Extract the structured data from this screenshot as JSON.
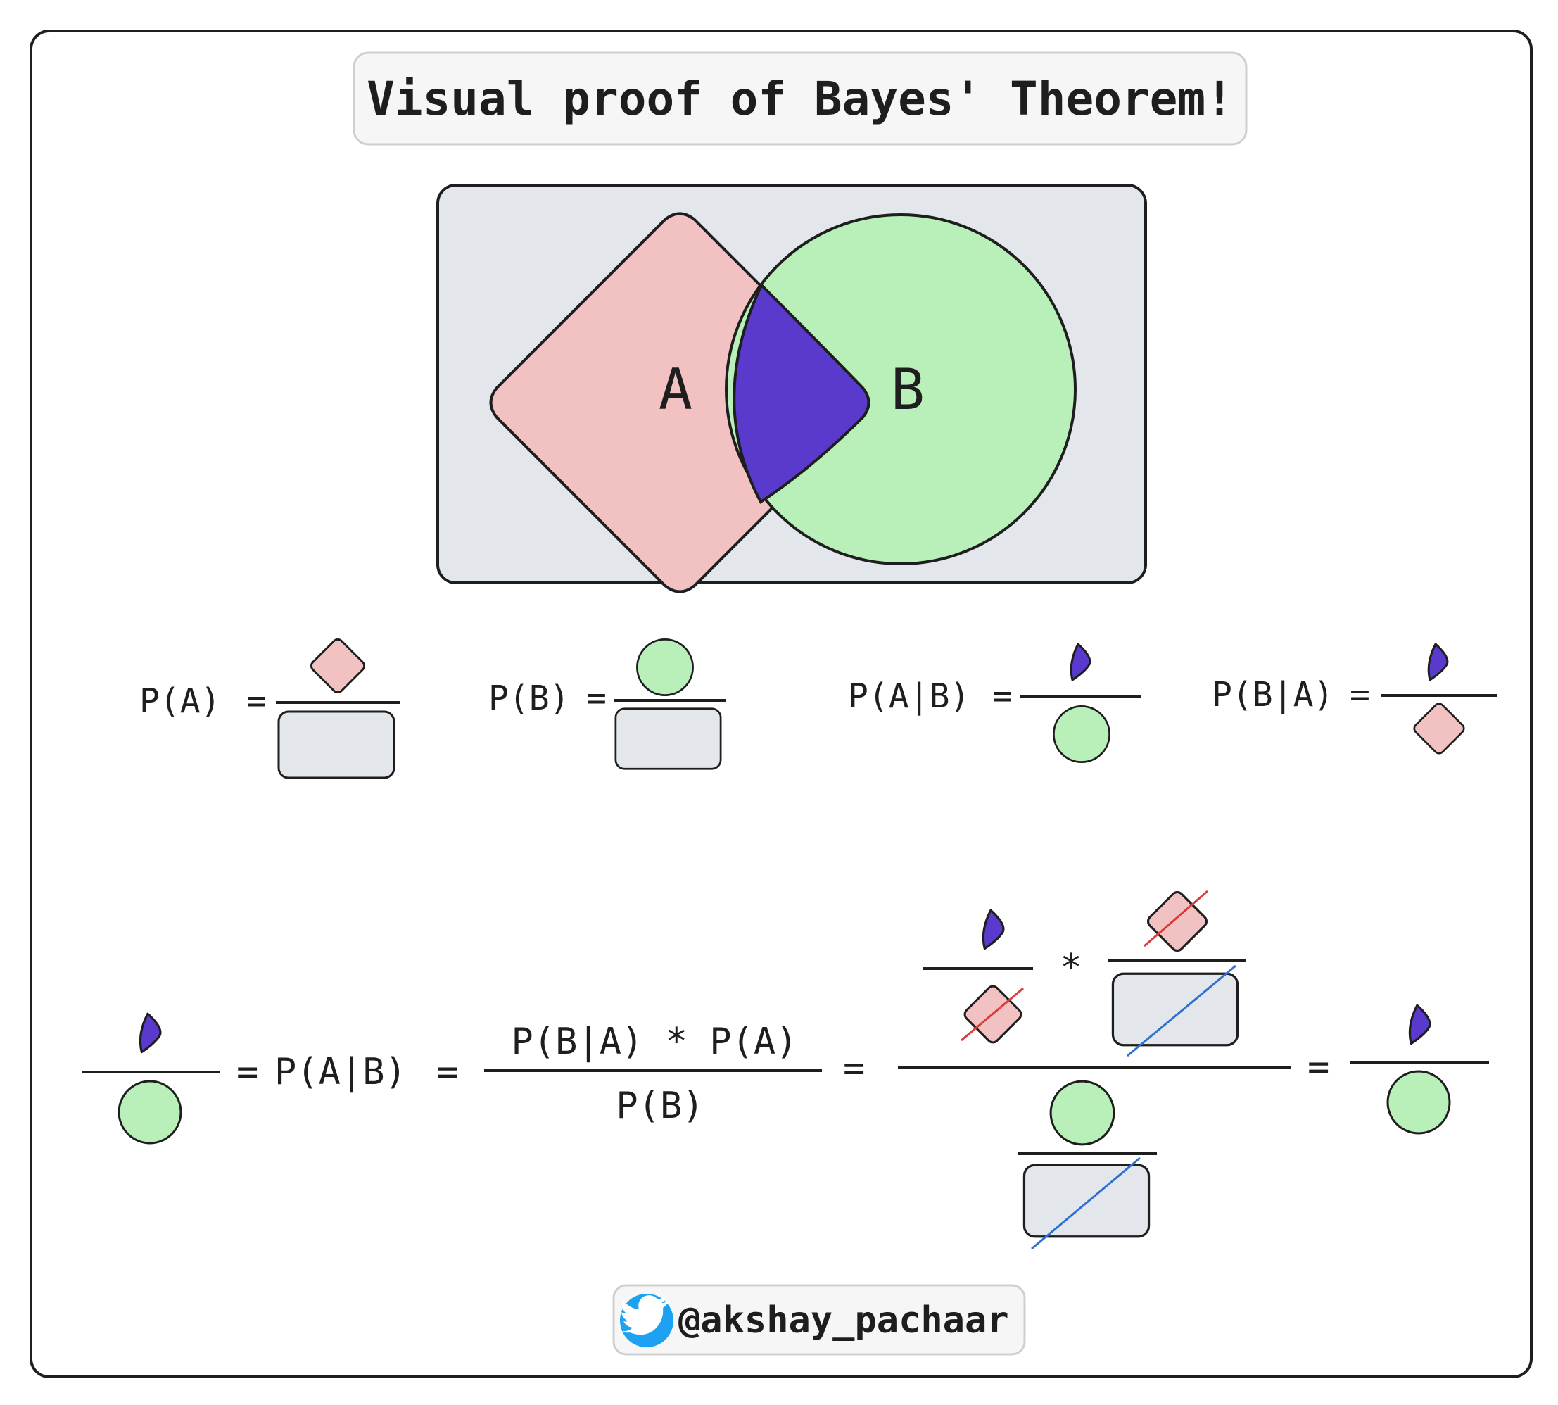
{
  "title": "Visual proof of Bayes' Theorem!",
  "venn": {
    "label_a": "A",
    "label_b": "B"
  },
  "definitions": {
    "p_a": "P(A)",
    "p_b": "P(B)",
    "p_a_given_b": "P(A|B)",
    "p_b_given_a": "P(B|A)",
    "equals": "="
  },
  "derivation": {
    "equals": "=",
    "p_a_given_b": "P(A|B)",
    "numerator": "P(B|A) * P(A)",
    "denominator": "P(B)",
    "multiply": "*"
  },
  "footer": {
    "handle": "@akshay_pachaar",
    "icon": "twitter-bird-icon"
  },
  "colors": {
    "set_a": "#f2c2c2",
    "set_b": "#b9efb9",
    "intersection": "#5a3acd",
    "universe": "#e3e6ea",
    "stroke": "#1e1e1e",
    "strike_red": "#d93a3a",
    "strike_blue": "#2f6fd0",
    "twitter_blue": "#1da1f2"
  }
}
